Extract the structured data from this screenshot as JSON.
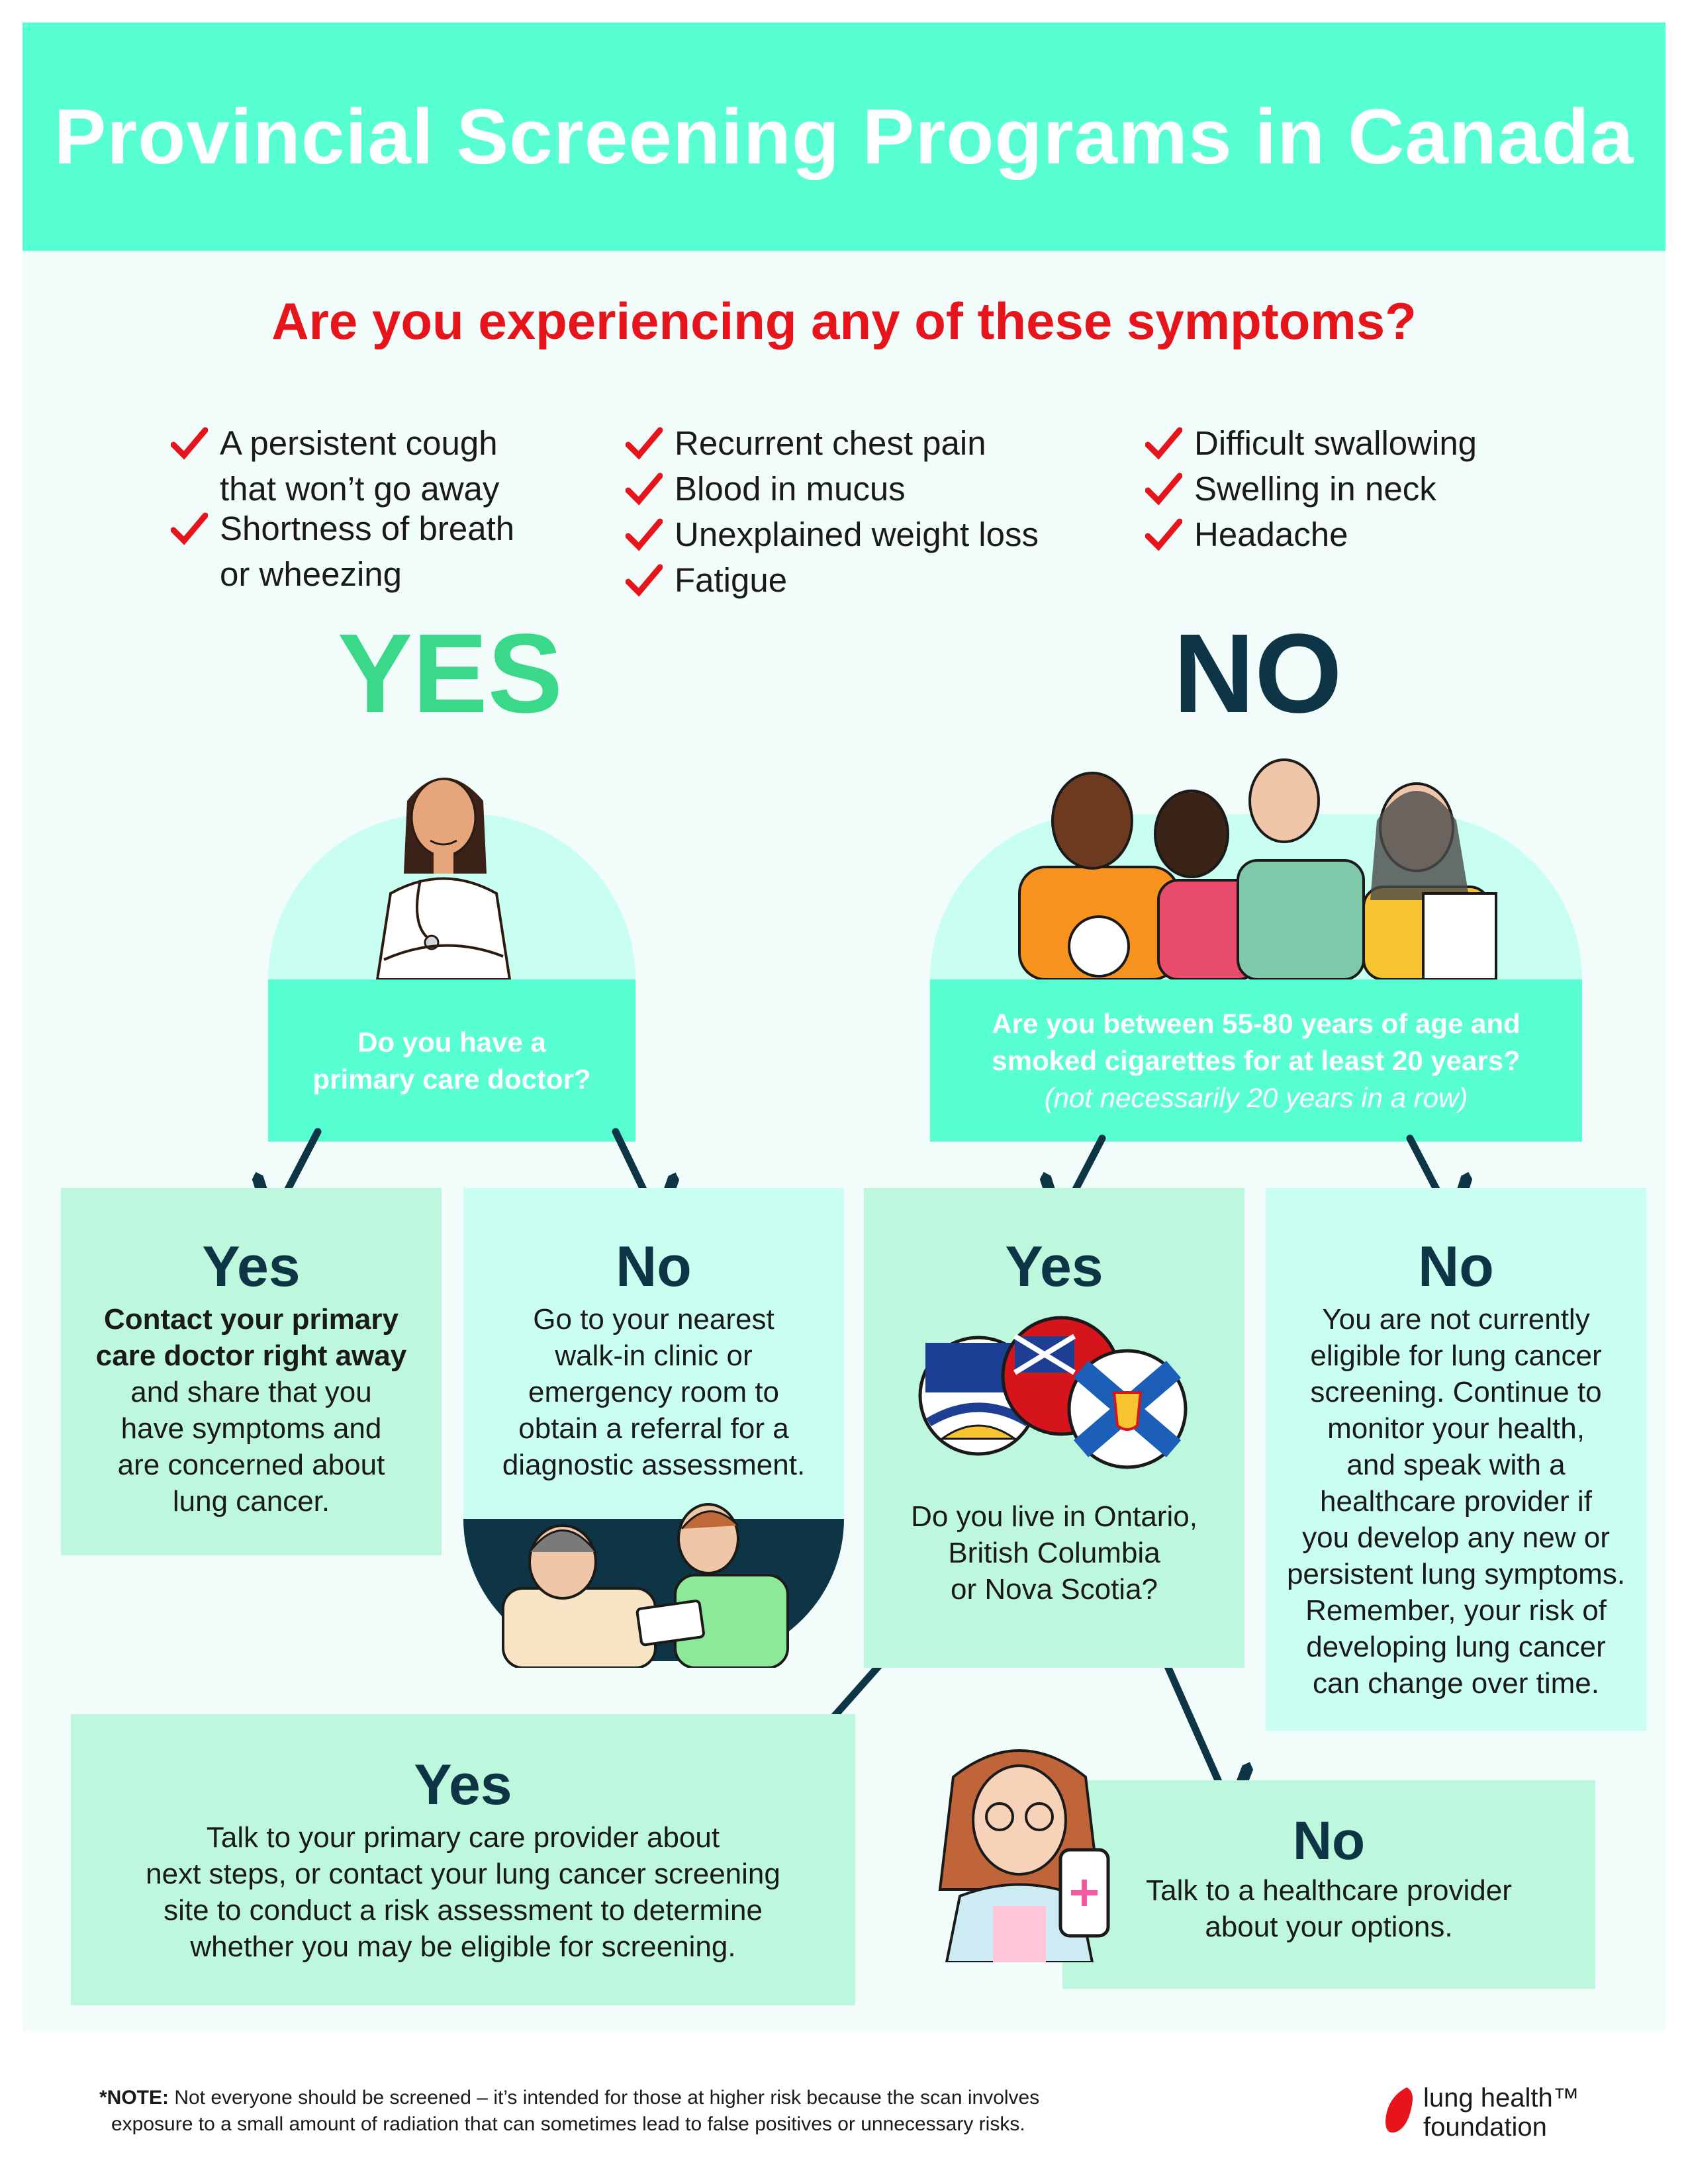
{
  "header": {
    "title": "Provincial Screening Programs in Canada"
  },
  "question": "Are you experiencing any of these symptoms?",
  "symptoms": {
    "col1": [
      "A persistent cough",
      "that won’t go away",
      "Shortness of breath",
      "or wheezing"
    ],
    "col2": [
      "Recurrent chest pain",
      "Blood in mucus",
      "Unexplained weight loss",
      "Fatigue"
    ],
    "col3": [
      "Difficult swallowing",
      "Swelling in neck",
      "Headache"
    ]
  },
  "yes_branch": {
    "label": "YES",
    "question_line1": "Do you have a",
    "question_line2": "primary care doctor?",
    "yes_card": {
      "head": "Yes",
      "bold1": "Contact your primary",
      "bold2": "care doctor right away",
      "l1": "and share that you",
      "l2": "have symptoms and",
      "l3": "are concerned about",
      "l4": "lung cancer."
    },
    "no_card": {
      "head": "No",
      "l1": "Go to your nearest",
      "l2": "walk-in clinic or",
      "l3": "emergency room to",
      "l4": "obtain a referral for a",
      "l5": "diagnostic assessment."
    }
  },
  "no_branch": {
    "label": "NO",
    "question_line1": "Are you between 55-80 years of age and",
    "question_line2": "smoked cigarettes for at least 20 years?",
    "question_sub": "(not necessarily 20 years in a row)",
    "yes_card": {
      "head": "Yes",
      "l1": "Do you live in Ontario,",
      "l2": "British Columbia",
      "l3": "or Nova Scotia?"
    },
    "no_card": {
      "head": "No",
      "l1": "You are not currently",
      "l2": "eligible for lung cancer",
      "l3": "screening. Continue to",
      "l4": "monitor your health,",
      "l5": "and speak with a",
      "l6": "healthcare provider if",
      "l7": "you develop any new or",
      "l8": "persistent lung symptoms.",
      "l9": "Remember, your risk of",
      "l10": "developing lung cancer",
      "l11": "can change over time."
    }
  },
  "province_yes": {
    "head": "Yes",
    "l1": "Talk to your primary care provider about",
    "l2": "next steps, or contact your lung cancer screening",
    "l3": "site to conduct a risk assessment to determine",
    "l4": "whether you may be eligible for screening."
  },
  "province_no": {
    "head": "No",
    "l1": "Talk to a healthcare provider",
    "l2": "about your options."
  },
  "footer": {
    "note_label": "*NOTE:",
    "note_l1": " Not everyone should be screened – it’s intended for those at higher risk because the scan involves",
    "note_l2": "exposure to a small amount of radiation that can sometimes lead to false positives or unnecessary risks.",
    "logo_l1": "lung health™",
    "logo_l2": "foundation"
  },
  "colors": {
    "banner": "#58ffd3",
    "question": "#e8141c",
    "yes": "#3ad98a",
    "no": "#0d3545"
  }
}
